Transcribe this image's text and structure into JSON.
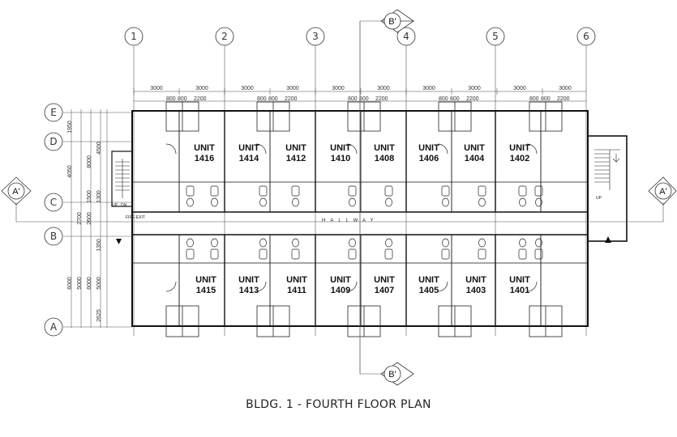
{
  "title": "BLDG. 1 - FOURTH FLOOR PLAN",
  "grid_columns": [
    "1",
    "2",
    "3",
    "4",
    "5",
    "6"
  ],
  "grid_rows": [
    "E",
    "D",
    "C",
    "B",
    "A"
  ],
  "section_a": "A'",
  "section_b": "B'",
  "unit_word": "UNIT",
  "units_north": [
    "1416",
    "1414",
    "1412",
    "1410",
    "1408",
    "1406",
    "1404",
    "1402"
  ],
  "units_south": [
    "1415",
    "1413",
    "1411",
    "1409",
    "1407",
    "1405",
    "1403",
    "1401"
  ],
  "hallway": "HALLWAY",
  "fire_exit": "FIRE EXIT",
  "stair_up": "UP",
  "stair_dn": "DN",
  "dims_top_long": [
    "3000",
    "3000",
    "3000",
    "3000",
    "3000",
    "3000",
    "3000",
    "3000",
    "3000",
    "3000"
  ],
  "dims_top_short": [
    "800",
    "800",
    "2200"
  ],
  "dims_left": [
    "1950",
    "4050",
    "6000",
    "5000",
    "4500",
    "8000",
    "1300",
    "1500",
    "2600",
    "2700",
    "1350",
    "6000",
    "5000",
    "2625"
  ]
}
